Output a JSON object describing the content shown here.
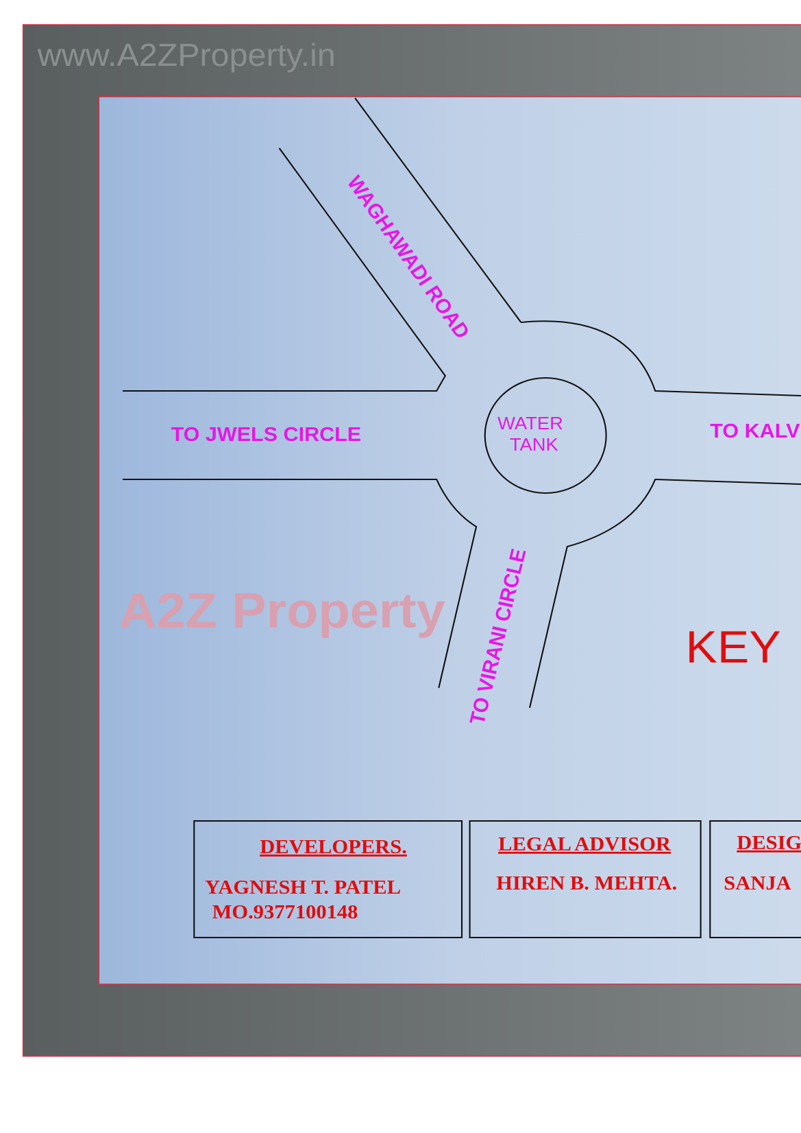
{
  "watermark_site": "www.A2ZProperty.in",
  "watermark_logo": "A2Z Property",
  "roads": {
    "north": "WAGHAWADI ROAD",
    "west": "TO JWELS CIRCLE",
    "east": "TO KALV",
    "south": "TO VIRANI CIRCLE"
  },
  "landmark": {
    "line1": "WATER",
    "line2": "TANK"
  },
  "title": "KEY",
  "boxes": [
    {
      "heading": "DEVELOPERS.",
      "line1": "YAGNESH T. PATEL",
      "line2": "MO.9377100148"
    },
    {
      "heading": "LEGAL ADVISOR",
      "line1": "HIREN B. MEHTA."
    },
    {
      "heading": "DESIG",
      "line1": "SANJA"
    }
  ],
  "colors": {
    "frame": "#5a5f60",
    "map_bg": "#c5d5ea",
    "road_label": "#e617e6",
    "title": "#e00d0d",
    "border": "#d0304a"
  }
}
